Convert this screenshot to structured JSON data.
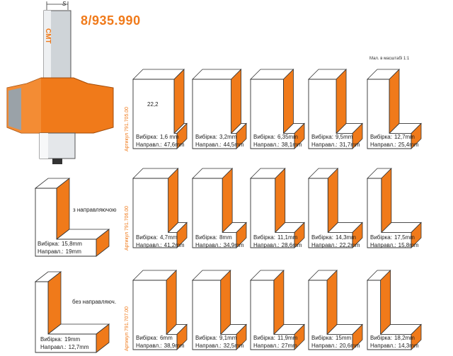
{
  "title": "8/935.990",
  "scale_note": "Мал. в масштабі 1:1",
  "shank_label": "S",
  "dimension_label": "22,2",
  "colors": {
    "orange": "#f07a1a",
    "steel": "#cfd4d8",
    "outline": "#333333",
    "title": "#f07a1a"
  },
  "logo_text": "CMT",
  "side_labels": {
    "with_guide": "з направляючою",
    "without_guide": "без направляюч."
  },
  "left_samples": [
    {
      "key_depth": "Вибірка:",
      "depth": "15,8mm",
      "key_guide": "Направл.:",
      "guide": "19mm"
    },
    {
      "key_depth": "Вибірка:",
      "depth": "19mm",
      "key_guide": "Направл.:",
      "guide": "12,7mm"
    }
  ],
  "rows": [
    {
      "article": "Артикул 791.705.00",
      "cells": [
        {
          "key_depth": "Вибірка:",
          "depth": "1,6 mm",
          "key_guide": "Направл.:",
          "guide": "47,6mm",
          "frac": 0.06
        },
        {
          "key_depth": "Вибірка:",
          "depth": "3,2mm",
          "key_guide": "Направл.:",
          "guide": "44,5mm",
          "frac": 0.12
        },
        {
          "key_depth": "Вибірка:",
          "depth": "6,35mm",
          "key_guide": "Направл.:",
          "guide": "38,1mm",
          "frac": 0.25
        },
        {
          "key_depth": "Вибірка:",
          "depth": "9,5mm",
          "key_guide": "Направл.:",
          "guide": "31,7mm",
          "frac": 0.37
        },
        {
          "key_depth": "Вибірка:",
          "depth": "12,7mm",
          "key_guide": "Направл.:",
          "guide": "25,4mm",
          "frac": 0.5
        }
      ]
    },
    {
      "article": "Артикул 791.706.00",
      "cells": [
        {
          "key_depth": "Вибірка:",
          "depth": "4,7mm",
          "key_guide": "Направл.:",
          "guide": "41,2mm",
          "frac": 0.2
        },
        {
          "key_depth": "Вибірка:",
          "depth": "8mm",
          "key_guide": "Направл.:",
          "guide": "34,9mm",
          "frac": 0.32
        },
        {
          "key_depth": "Вибірка:",
          "depth": "11,1mm",
          "key_guide": "Направл.:",
          "guide": "28,6mm",
          "frac": 0.44
        },
        {
          "key_depth": "Вибірка:",
          "depth": "14,3mm",
          "key_guide": "Направл.:",
          "guide": "22,2mm",
          "frac": 0.56
        },
        {
          "key_depth": "Вибірка:",
          "depth": "17,5mm",
          "key_guide": "Направл.:",
          "guide": "15,8mm",
          "frac": 0.68
        }
      ]
    },
    {
      "article": "Артикул 791.707.00",
      "cells": [
        {
          "key_depth": "Вибірка:",
          "depth": "6mm",
          "key_guide": "Направл.:",
          "guide": "38,9mm",
          "frac": 0.24
        },
        {
          "key_depth": "Вибірка:",
          "depth": "9,1mm",
          "key_guide": "Направл.:",
          "guide": "32,5mm",
          "frac": 0.36
        },
        {
          "key_depth": "Вибірка:",
          "depth": "11,9mm",
          "key_guide": "Направл.:",
          "guide": "27mm",
          "frac": 0.47
        },
        {
          "key_depth": "Вибірка:",
          "depth": "15mm",
          "key_guide": "Направл.:",
          "guide": "20,6mm",
          "frac": 0.58
        },
        {
          "key_depth": "Вибірка:",
          "depth": "18,2mm",
          "key_guide": "Направл.:",
          "guide": "14,3mm",
          "frac": 0.7
        }
      ]
    }
  ]
}
